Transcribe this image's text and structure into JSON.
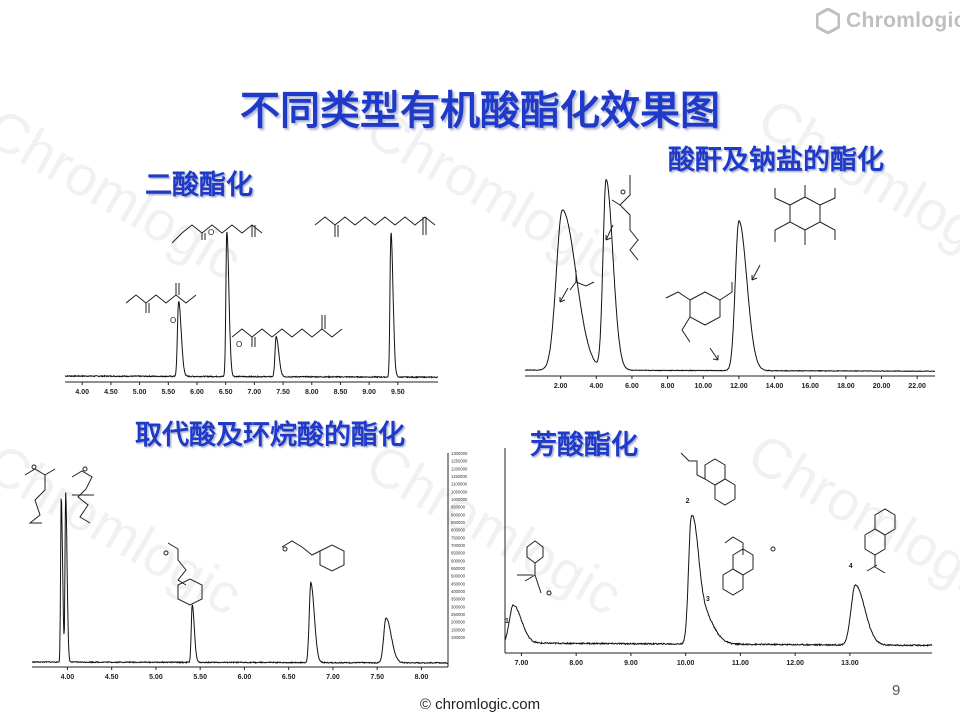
{
  "logo": {
    "text": "Chromlogic"
  },
  "title": "不同类型有机酸酯化效果图",
  "sections": {
    "s1": "二酸酯化",
    "s2": "酸酐及钠盐的酯化",
    "s3": "取代酸及环烷酸的酯化",
    "s4": "芳酸酯化"
  },
  "watermark": {
    "text": "Chromlogic"
  },
  "footer": {
    "text": "© chromlogic.com"
  },
  "page_number": "9",
  "chart_data": [
    {
      "type": "line",
      "x_ticks": [
        "4.00",
        "4.50",
        "5.00",
        "5.50",
        "6.00",
        "6.50",
        "7.00",
        "7.50",
        "8.00",
        "8.50",
        "9.00",
        "9.50"
      ],
      "peaks_retention_time": [
        5.68,
        6.52,
        7.38,
        9.38
      ],
      "xlim": [
        3.7,
        10.2
      ]
    },
    {
      "type": "line",
      "x_ticks": [
        "2.00",
        "4.00",
        "6.00",
        "8.00",
        "10.00",
        "12.00",
        "14.00",
        "16.00",
        "18.00",
        "20.00",
        "22.00"
      ],
      "peaks_retention_time": [
        2.1,
        4.55,
        12.0
      ],
      "xlim": [
        0,
        23
      ]
    },
    {
      "type": "line",
      "x_ticks": [
        "4.00",
        "4.50",
        "5.00",
        "5.50",
        "6.00",
        "6.50",
        "7.00",
        "7.50",
        "8.00"
      ],
      "y_ticks": [
        "1300000",
        "1250000",
        "1200000",
        "1150000",
        "1100000",
        "1050000",
        "1000000",
        "950000",
        "900000",
        "850000",
        "800000",
        "750000",
        "700000",
        "650000",
        "600000",
        "550000",
        "500000",
        "450000",
        "400000",
        "350000",
        "300000",
        "250000",
        "200000",
        "150000",
        "100000"
      ],
      "peaks_retention_time": [
        3.93,
        3.98,
        5.41,
        6.75,
        7.6
      ],
      "xlim": [
        3.6,
        8.3
      ]
    },
    {
      "type": "line",
      "x_ticks": [
        "7.00",
        "8.00",
        "9.00",
        "10.00",
        "11.00",
        "12.00",
        "13.00"
      ],
      "peak_labels": [
        "1",
        "2",
        "3",
        "4"
      ],
      "peaks_retention_time": [
        6.85,
        10.1,
        10.25,
        13.1
      ],
      "xlim": [
        6.7,
        14.5
      ]
    }
  ]
}
